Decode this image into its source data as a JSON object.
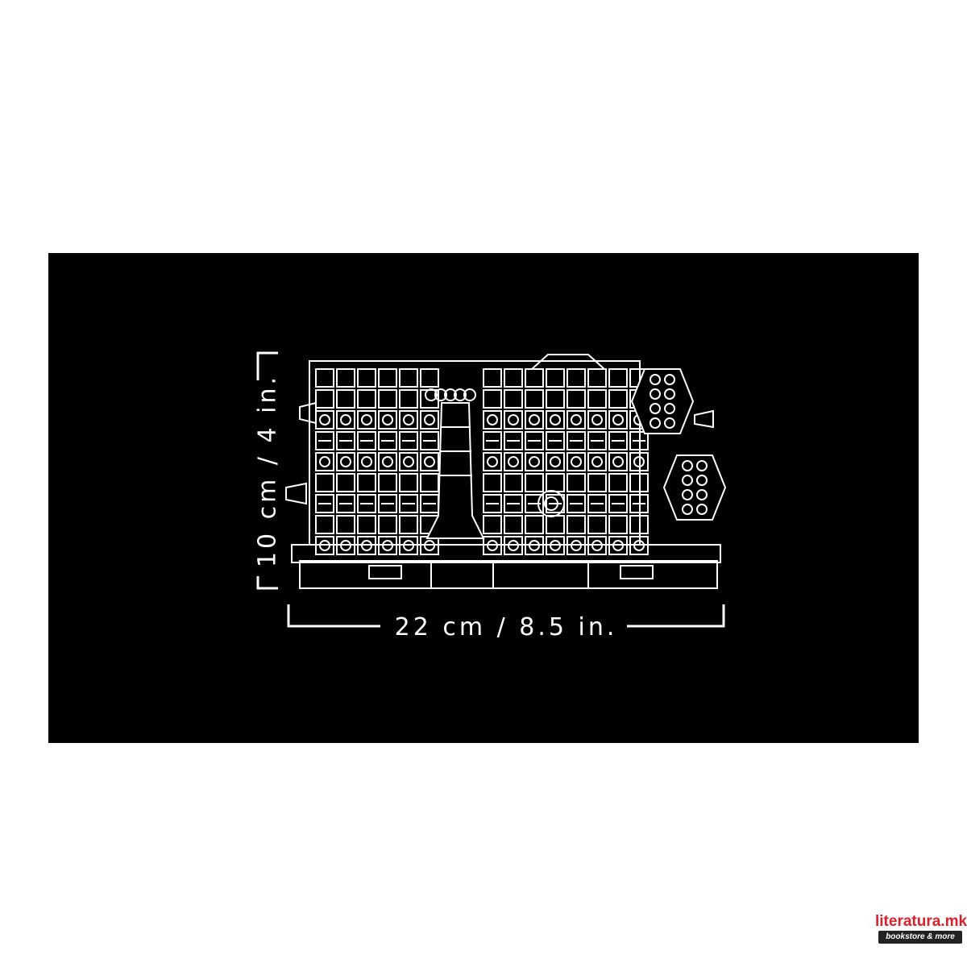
{
  "dimensions": {
    "width_label": "22 cm / 8.5 in.",
    "height_label": "10 cm / 4 in."
  },
  "watermark": {
    "brand": "literatura.mk",
    "tagline": "bookstore & more"
  },
  "colors": {
    "background": "#000000",
    "lines": "#ffffff",
    "brand": "#d9202b"
  }
}
